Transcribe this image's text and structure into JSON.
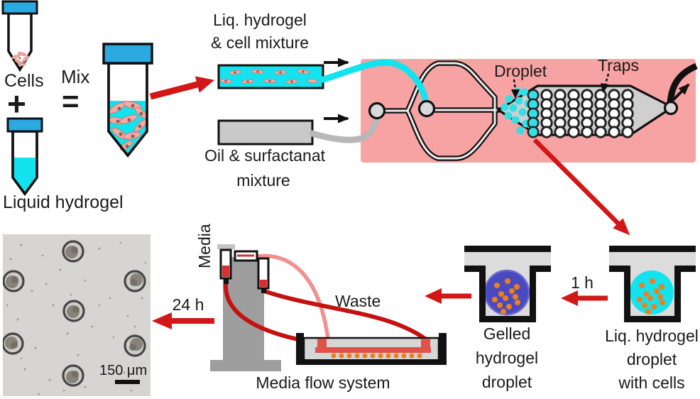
{
  "colors": {
    "cap_blue": "#2BA9E0",
    "hydrogel_cyan": "#12E3EE",
    "droplet_cyan": "#35DFE6",
    "cell_pink": "#F2ABA3",
    "chip_pink": "#F8A3A3",
    "chamber_gray": "#CFCFCF",
    "arrow_red": "#D31616",
    "gelled_purple": "#4949C0",
    "cell_orange": "#EE7F1F",
    "tube_gray": "#B8B8B8",
    "dark_red_tube": "#C41111",
    "pink_tube": "#F29090",
    "stand_gray": "#9E9E9E"
  },
  "prep": {
    "cells": "Cells",
    "plus": "+",
    "liquid_hydrogel": "Liquid hydrogel",
    "mix": "Mix",
    "equals": "="
  },
  "inputs": {
    "hydrogel_mix_line1": "Liq. hydrogel",
    "hydrogel_mix_line2": "& cell mixture",
    "oil_mix_line1": "Oil & surfactanat",
    "oil_mix_line2": "mixture"
  },
  "chip": {
    "droplet_label": "Droplet",
    "traps_label": "Traps"
  },
  "traps": {
    "time_1h": "1 h",
    "liq_trap_line1": "Liq. hydrogel",
    "liq_trap_line2": "droplet",
    "liq_trap_line3": "with cells",
    "gelled_line1": "Gelled",
    "gelled_line2": "hydrogel",
    "gelled_line3": "droplet"
  },
  "flow": {
    "media": "Media",
    "waste": "Waste",
    "system": "Media flow system",
    "time_24h": "24 h"
  },
  "micrograph": {
    "scale_label": "150 μm"
  }
}
